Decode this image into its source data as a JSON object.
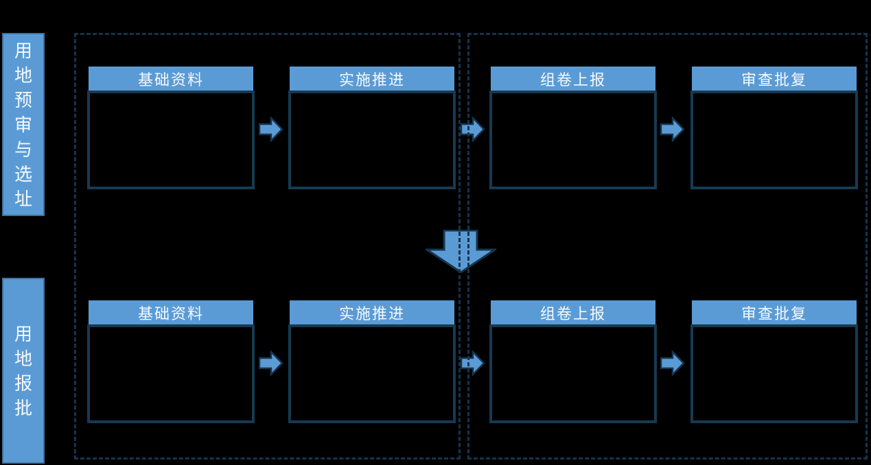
{
  "diagram": {
    "title_hint": "land-use approval workflow",
    "colors": {
      "background": "#000000",
      "accent_blue": "#5b9bd5",
      "sidebar_border_blue": "#41719c",
      "dark_border": "#173a52",
      "dashed_frame": "#16344d",
      "text_white": "#f5f9fd"
    },
    "sections": [
      {
        "label": "用地预审与选址",
        "stages": [
          "基础资料",
          "实施推进",
          "组卷上报",
          "审查批复"
        ]
      },
      {
        "label": "用地报批",
        "stages": [
          "基础资料",
          "实施推进",
          "组卷上报",
          "审查批复"
        ]
      }
    ]
  }
}
